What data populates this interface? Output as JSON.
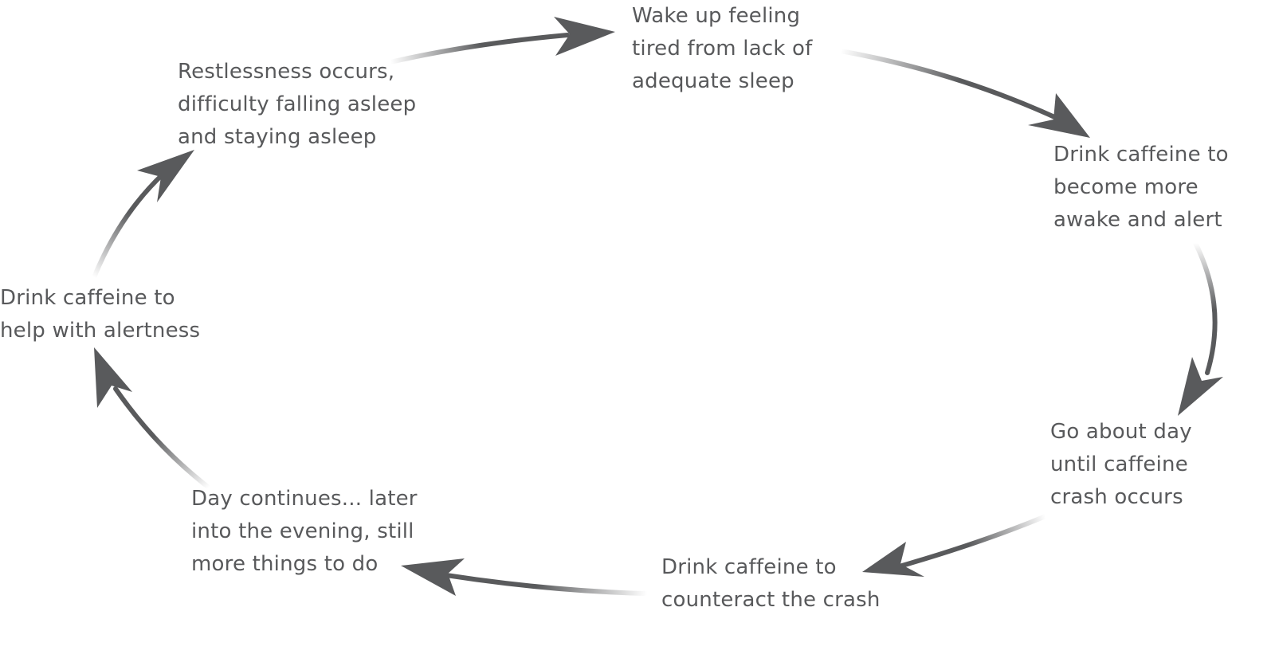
{
  "colors": {
    "text": "#58595b",
    "arrow": "#595a5c",
    "background": "#ffffff"
  },
  "cycle": {
    "steps": [
      {
        "id": "wake",
        "lines": [
          "Wake up feeling",
          "tired from lack of",
          "adequate sleep"
        ]
      },
      {
        "id": "drink-alert",
        "lines": [
          "Drink caffeine to",
          "become more",
          "awake and alert"
        ]
      },
      {
        "id": "go-about",
        "lines": [
          "Go about day",
          "until caffeine",
          "crash occurs"
        ]
      },
      {
        "id": "counteract",
        "lines": [
          "Drink caffeine to",
          "counteract the crash"
        ]
      },
      {
        "id": "day-continues",
        "lines": [
          "Day continues... later",
          "into the evening, still",
          "more things to do"
        ]
      },
      {
        "id": "drink-help",
        "lines": [
          "Drink caffeine to",
          "help with alertness"
        ]
      },
      {
        "id": "restless",
        "lines": [
          "Restlessness occurs,",
          "difficulty falling asleep",
          "and staying asleep"
        ]
      }
    ],
    "arrows": [
      {
        "from": "restless",
        "to": "wake"
      },
      {
        "from": "wake",
        "to": "drink-alert"
      },
      {
        "from": "drink-alert",
        "to": "go-about"
      },
      {
        "from": "go-about",
        "to": "counteract"
      },
      {
        "from": "counteract",
        "to": "day-continues"
      },
      {
        "from": "day-continues",
        "to": "drink-help"
      },
      {
        "from": "drink-help",
        "to": "restless"
      }
    ]
  }
}
